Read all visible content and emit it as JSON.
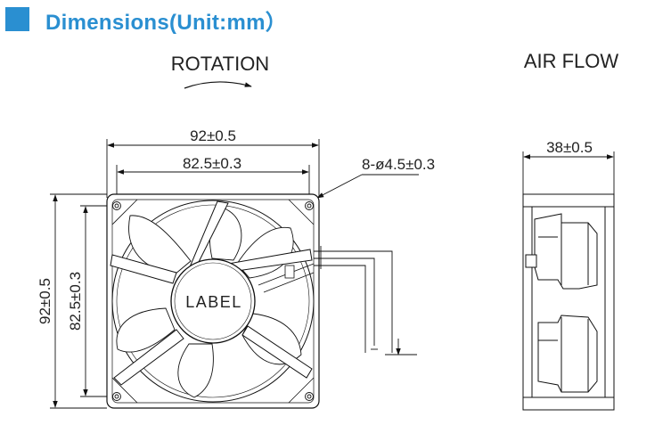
{
  "header": {
    "title": "Dimensions(Unit:mm）",
    "accent_color": "#2a8fd1"
  },
  "front_view": {
    "rotation_label": "ROTATION",
    "outer_width": "92±0.5",
    "hole_spacing_width": "82.5±0.3",
    "mounting_holes": "8-ø4.5±0.3",
    "outer_height": "92±0.5",
    "hole_spacing_height": "82.5±0.3",
    "label_text": "LABEL"
  },
  "side_view": {
    "airflow_label": "AIR FLOW",
    "depth": "38±0.5"
  }
}
